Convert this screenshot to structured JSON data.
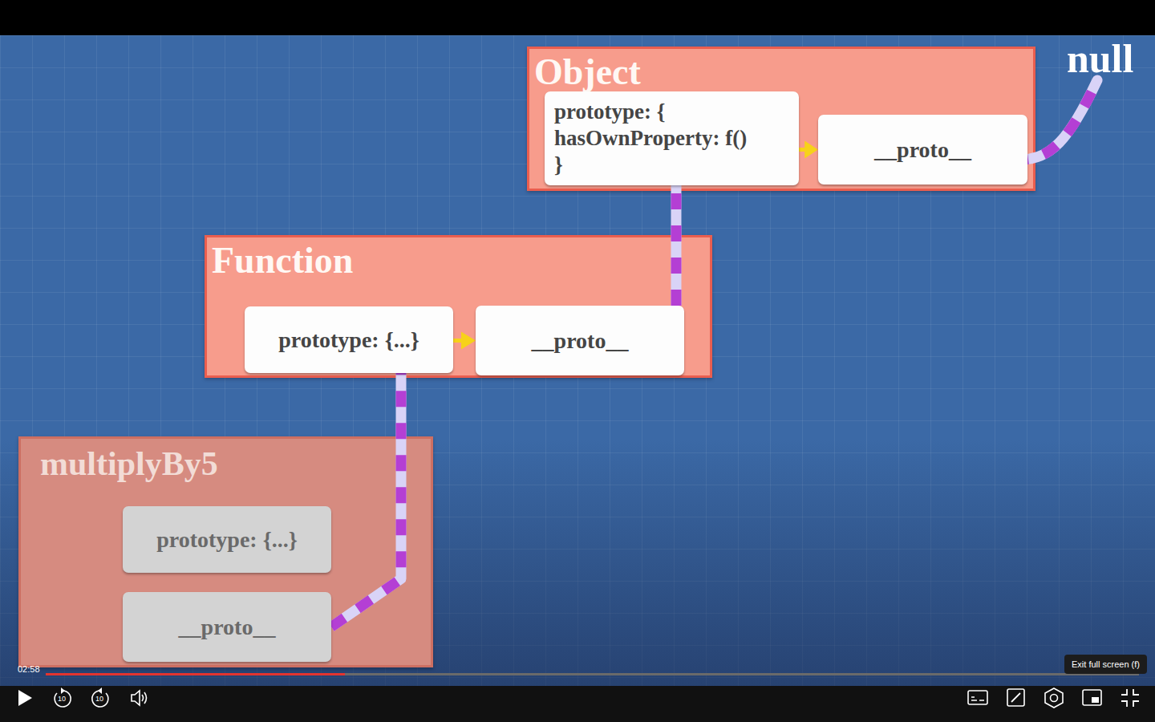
{
  "diagram": {
    "nodes": [
      {
        "text": [
          "Object"
        ]
      },
      {
        "text": [
          "prototype: { hasOwnProperty: f() }"
        ],
        "in": 0
      },
      {
        "text": [
          "__proto__"
        ],
        "in": 0
      },
      {
        "text": [
          "Function"
        ]
      },
      {
        "text": [
          "prototype: {...}"
        ],
        "in": 3
      },
      {
        "text": [
          "__proto__"
        ],
        "in": 3
      },
      {
        "text": [
          "multiplyBy5"
        ]
      },
      {
        "text": [
          "prototype: {...}"
        ],
        "in": 6
      },
      {
        "text": [
          "__proto__"
        ],
        "in": 6
      }
    ],
    "edges": [
      {
        "from": 1,
        "to": 2,
        "arrow": "to"
      },
      {
        "from": 4,
        "to": 5,
        "arrow": "to"
      },
      {
        "from": 8,
        "to": 4,
        "arrow": "none"
      },
      {
        "from": 5,
        "to": 1,
        "arrow": "none"
      }
    ],
    "labels": [
      "null",
      "02:58",
      "10",
      "10",
      "Exit full screen (f)"
    ]
  }
}
